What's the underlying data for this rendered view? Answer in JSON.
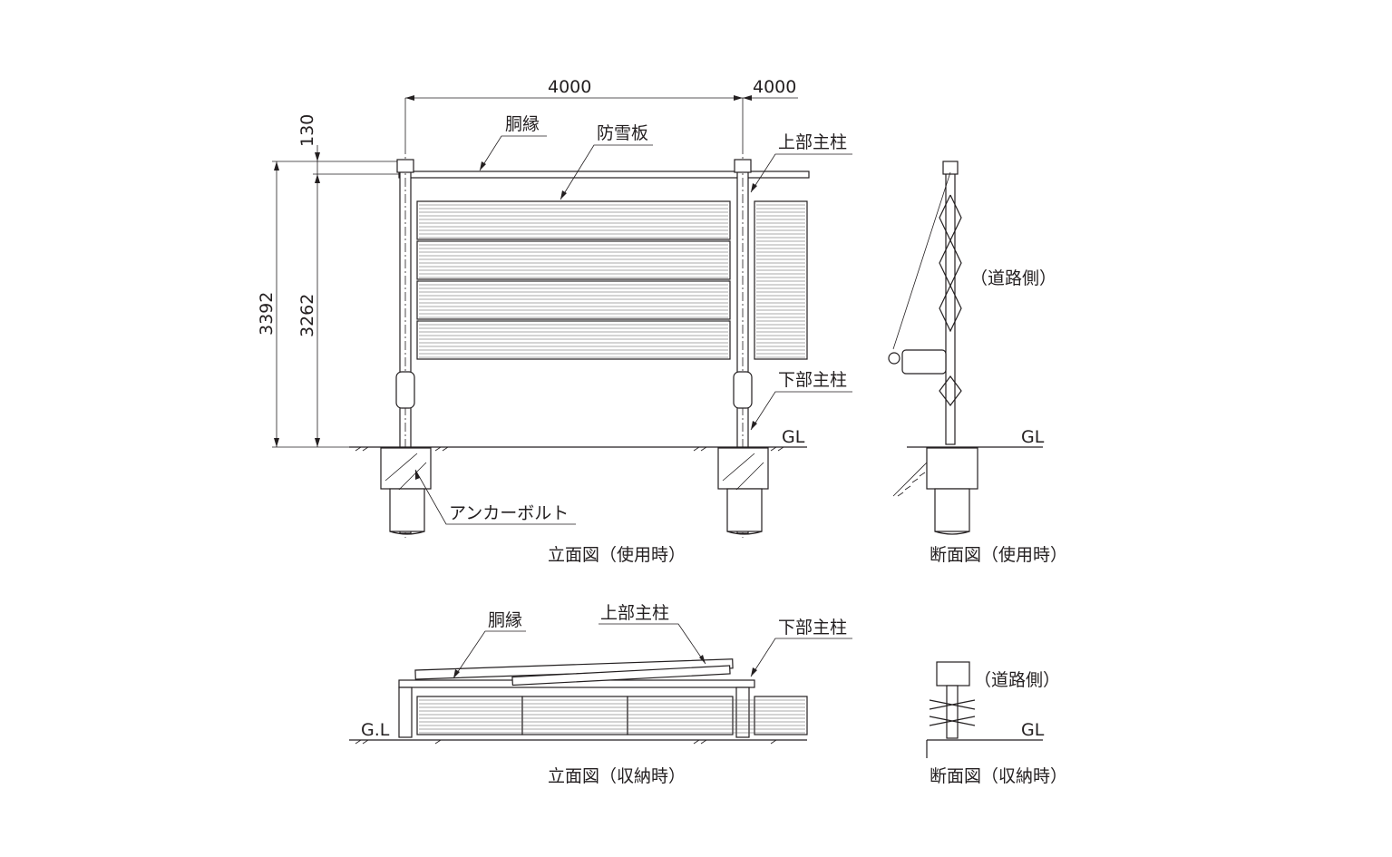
{
  "dimensions": {
    "span_main": "4000",
    "span_next": "4000",
    "top_gap": "130",
    "total_height": "3392",
    "post_height": "3262"
  },
  "labels": {
    "rail_top": "胴縁",
    "snow_panel": "防雪板",
    "upper_post_top": "上部主柱",
    "lower_post_top": "下部主柱",
    "ground_top": "GL",
    "anchor_bolt": "アンカーボルト",
    "road_side_top": "（道路側）",
    "ground_section_top": "GL",
    "rail_bottom": "胴縁",
    "upper_post_bottom": "上部主柱",
    "lower_post_bottom": "下部主柱",
    "ground_bottom": "G.L",
    "road_side_bottom": "（道路側）",
    "ground_section_bottom": "GL"
  },
  "captions": {
    "elevation_in_use": "立面図（使用時）",
    "section_in_use": "断面図（使用時）",
    "elevation_stored": "立面図（収納時）",
    "section_stored": "断面図（収納時）"
  },
  "colors": {
    "line": "#231f20",
    "background": "#ffffff"
  }
}
